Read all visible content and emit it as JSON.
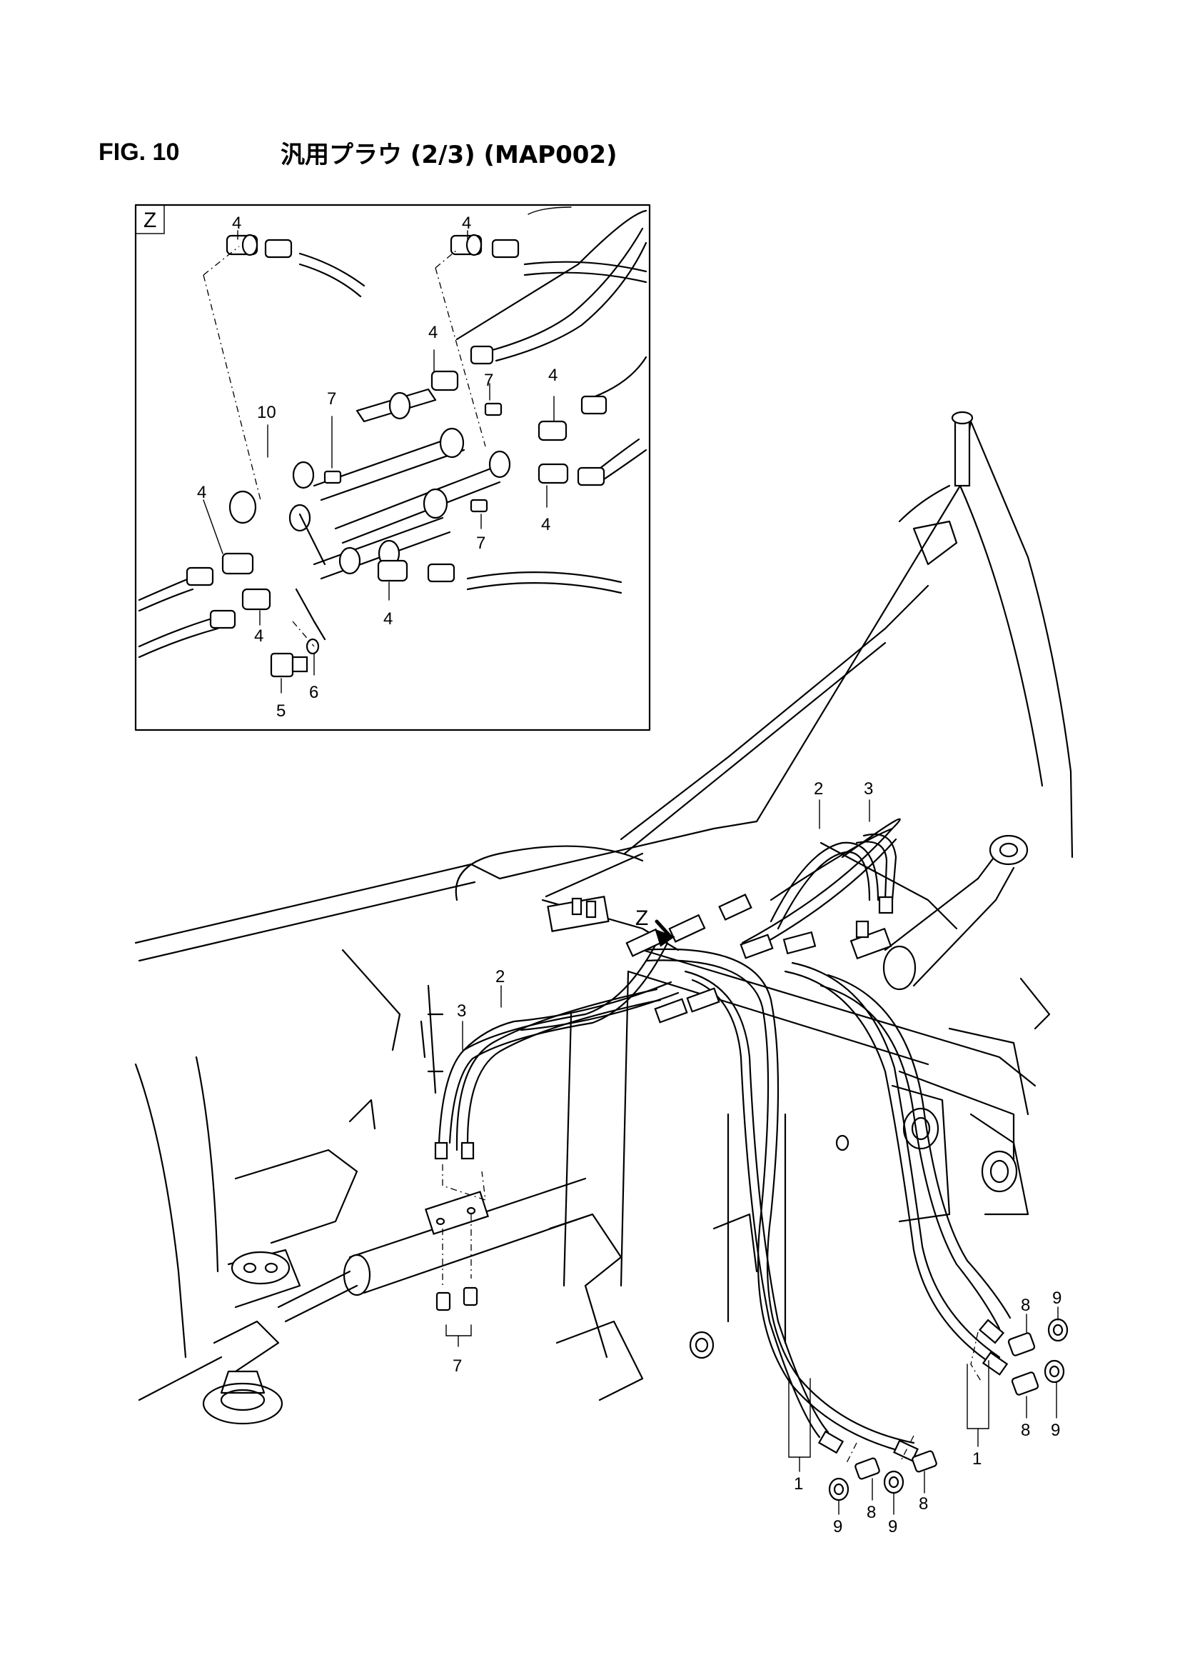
{
  "figure": {
    "number": "FIG. 10",
    "title": "汎用プラウ (2/3) (MAP002)"
  },
  "detail_view": {
    "label": "Z"
  },
  "main_view": {
    "view_marker": "Z"
  },
  "callouts": {
    "z4a": "4",
    "z4b": "4",
    "z4c": "4",
    "z4d": "4",
    "z4e": "4",
    "z4f": "4",
    "z4g": "4",
    "z4h": "4",
    "z7a": "7",
    "z7b": "7",
    "z7c": "7",
    "z10": "10",
    "z5": "5",
    "z6": "6",
    "m2a": "2",
    "m3a": "3",
    "m2b": "2",
    "m3b": "3",
    "m7": "7",
    "m1a": "1",
    "m1b": "1",
    "m8a": "8",
    "m8b": "8",
    "m8c": "8",
    "m8d": "8",
    "m9a": "9",
    "m9b": "9",
    "m9c": "9",
    "m9d": "9"
  }
}
